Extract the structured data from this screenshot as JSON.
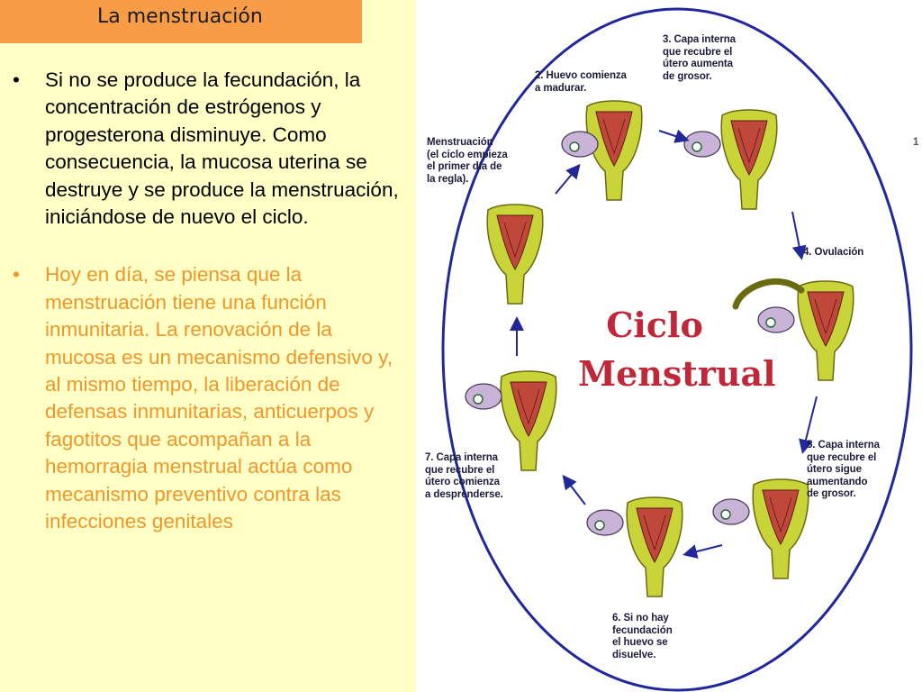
{
  "header": {
    "title": "La menstruación"
  },
  "bullets": [
    {
      "text": "Si no se produce la fecundación, la concentración de estrógenos y progesterona disminuye. Como consecuencia, la mucosa uterina se destruye y se produce la menstruación, iniciándose de nuevo el ciclo."
    },
    {
      "text": "Hoy en día, se piensa que la menstruación tiene una función inmunitaria. La renovación de la mucosa es un mecanismo defensivo y, al mismo tiempo, la liberación de defensas inmunitarias, anticuerpos y fagotitos que acompañan a la hemorragia menstrual actúa como mecanismo preventivo contra las infecciones genitales"
    }
  ],
  "bullet_symbol": "•",
  "diagram": {
    "center_title_line1": "Ciclo",
    "center_title_line2": "Menstrual",
    "edge_number": "1",
    "stages": {
      "s1": [
        "Menstruación",
        "(el ciclo empieza",
        "el primer día de",
        "la regla)."
      ],
      "s2": [
        "2. Huevo comienza",
        "a madurar."
      ],
      "s3": [
        "3. Capa interna",
        "que recubre el",
        "útero aumenta",
        "de grosor."
      ],
      "s4": [
        "4. Ovulación"
      ],
      "s5": [
        "5. Capa interna",
        "que recubre el",
        "útero sigue",
        "aumentando",
        "de grosor."
      ],
      "s6": [
        "6. Si no hay",
        "fecundación",
        "el huevo se",
        "disuelve."
      ],
      "s7": [
        "7. Capa interna",
        "que recubre el",
        "útero comienza",
        "a desprenderse."
      ]
    }
  },
  "colors": {
    "background": "#ffffc6",
    "title_bar": "#f89c48",
    "bullet1_text": "#000000",
    "bullet2_text": "#f0962c",
    "circle": "#22289a",
    "uterus_wall": "#c8d437",
    "uterus_lining": "#c0483a",
    "ovary": "#c9b4d8",
    "title_red": "#c0283a"
  }
}
